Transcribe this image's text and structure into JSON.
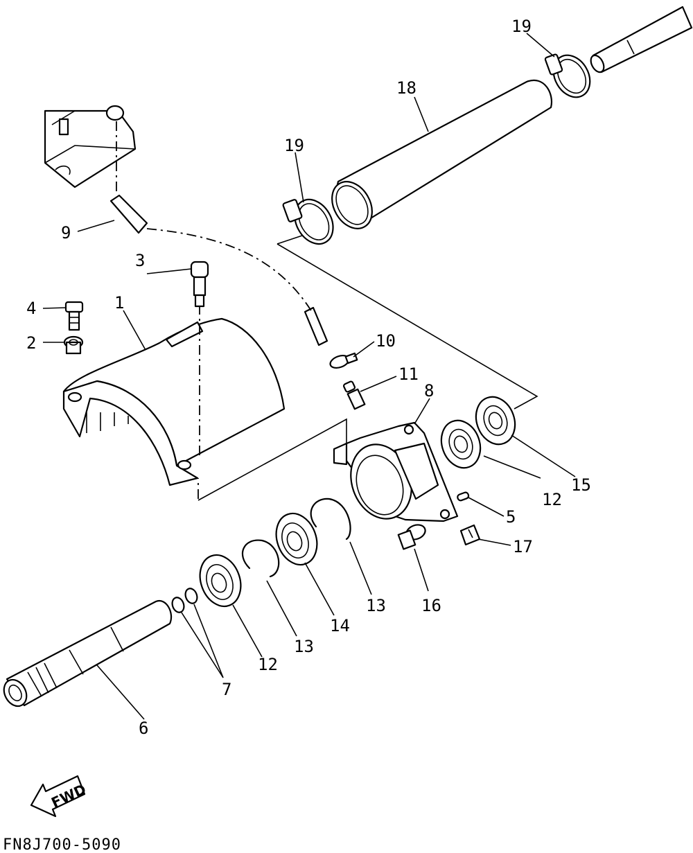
{
  "diagram": {
    "callouts": {
      "c1": "1",
      "c2": "2",
      "c3": "3",
      "c4": "4",
      "c5": "5",
      "c6": "6",
      "c7": "7",
      "c8": "8",
      "c9": "9",
      "c10": "10",
      "c11": "11",
      "c12a": "12",
      "c12b": "12",
      "c13a": "13",
      "c13b": "13",
      "c14": "14",
      "c15": "15",
      "c16": "16",
      "c17": "17",
      "c18": "18",
      "c19a": "19",
      "c19b": "19"
    },
    "fwd_label": "FWD",
    "drawing_code": "FN8J700-5090"
  }
}
